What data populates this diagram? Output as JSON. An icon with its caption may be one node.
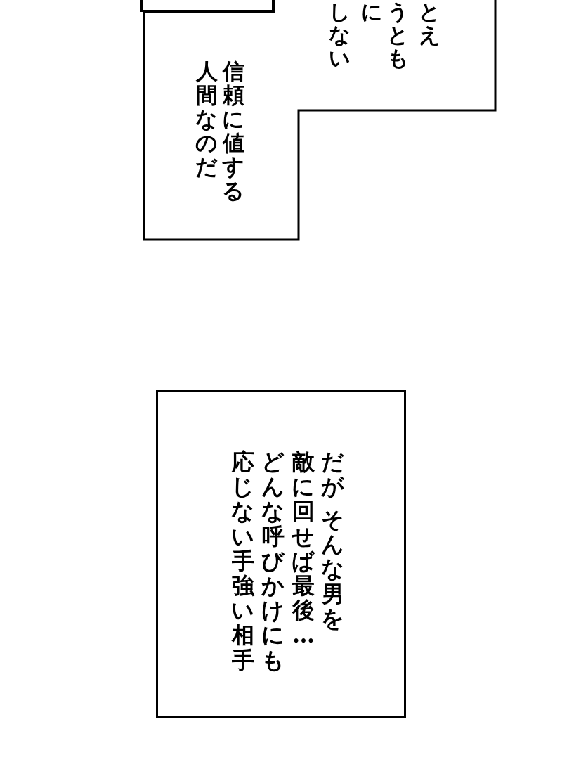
{
  "diagram": {
    "nodes": [
      {
        "text": [],
        "shape": "box"
      },
      {
        "text": [
          "とえ",
          "うとも",
          "に",
          "しない",
          "信頼に値する",
          "人間なのだ"
        ]
      },
      {
        "text": [
          "だが",
          "そんな男を",
          "敵に回せば最後…",
          "どんな呼びかけにも",
          "応じない手強い相手"
        ]
      }
    ],
    "edges": []
  }
}
